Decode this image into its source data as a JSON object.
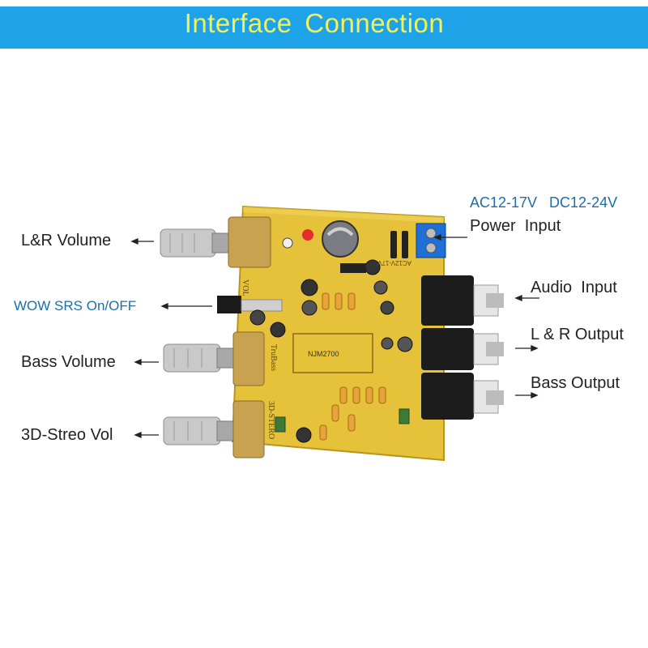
{
  "header": {
    "title": "Interface Connection"
  },
  "colors": {
    "banner": "#1ea3e8",
    "title": "#f3f05a",
    "blue_text": "#1b6fa8",
    "pcb": "#e6c23a"
  },
  "labels": {
    "lr_volume": "L&R Volume",
    "wow_srs": "WOW SRS On/OFF",
    "bass_volume": "Bass Volume",
    "stereo_vol": "3D-Streo Vol",
    "power_spec": "AC12-17V   DC12-24V",
    "power_input": "Power  Input",
    "audio_input": "Audio  Input",
    "lr_output": "L & R Output",
    "bass_output": "Bass Output"
  },
  "board": {
    "chip": "NJM2700",
    "silk_vol": "VOL",
    "silk_trubass": "TruBass",
    "silk_3d": "3D-STERO",
    "silk_power": "AC12V-17V"
  }
}
